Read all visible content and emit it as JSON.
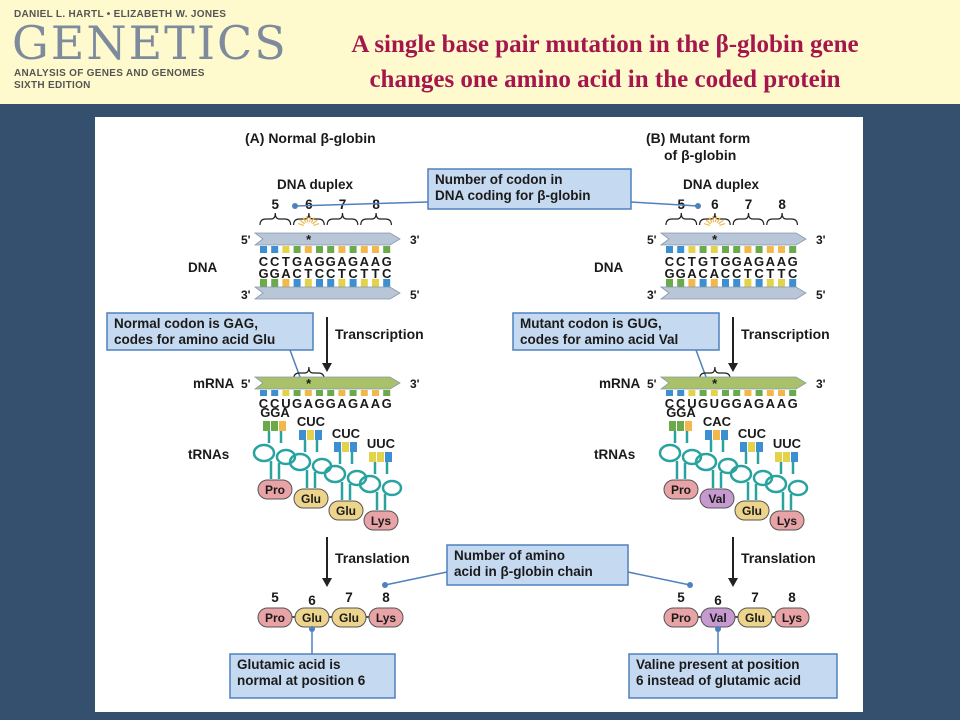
{
  "header": {
    "authors": "DANIEL L. HARTL • ELIZABETH W. JONES",
    "logo": "GENETICS",
    "subtitle": "ANALYSIS OF GENES AND GENOMES",
    "edition": "SIXTH EDITION",
    "title_line1": "A single base pair mutation in the β-globin gene",
    "title_line2": "changes one amino acid in the coded protein"
  },
  "panels": {
    "normal": {
      "title": "(A)  Normal β-globin",
      "duplex_label": "DNA duplex",
      "codon_numbers": [
        "5",
        "6",
        "7",
        "8"
      ],
      "dna_label": "DNA",
      "five_prime": "5'",
      "three_prime": "3'",
      "top_strand": "CCTGAGGAGAAG",
      "bottom_strand": "GGACTCCTCTTC",
      "transcription": "Transcription",
      "callout_codon_1": "Normal codon is GAG,",
      "callout_codon_2": "codes for amino acid Glu",
      "mrna_label": "mRNA",
      "mrna_seq": "CCUGAGGAGAAG",
      "trnas_label": "tRNAs",
      "anticodons": [
        "GGA",
        "CUC",
        "CUC",
        "UUC"
      ],
      "amino_acids": [
        "Pro",
        "Glu",
        "Glu",
        "Lys"
      ],
      "translation": "Translation",
      "chain_numbers": [
        "5",
        "6",
        "7",
        "8"
      ],
      "chain": [
        "Pro",
        "Glu",
        "Glu",
        "Lys"
      ],
      "callout_bottom_1": "Glutamic acid is",
      "callout_bottom_2": "normal at position 6"
    },
    "mutant": {
      "title_1": "(B) Mutant form",
      "title_2": "of β-globin",
      "duplex_label": "DNA duplex",
      "codon_numbers": [
        "5",
        "6",
        "7",
        "8"
      ],
      "dna_label": "DNA",
      "five_prime": "5'",
      "three_prime": "3'",
      "top_strand": "CCTGTGGAGAAG",
      "bottom_strand": "GGACACCTCTTC",
      "transcription": "Transcription",
      "callout_codon_1": "Mutant codon is GUG,",
      "callout_codon_2": "codes for amino acid Val",
      "mrna_label": "mRNA",
      "mrna_seq": "CCUGUGGAGAAG",
      "trnas_label": "tRNAs",
      "anticodons": [
        "GGA",
        "CAC",
        "CUC",
        "UUC"
      ],
      "amino_acids": [
        "Pro",
        "Val",
        "Glu",
        "Lys"
      ],
      "translation": "Translation",
      "chain_numbers": [
        "5",
        "6",
        "7",
        "8"
      ],
      "chain": [
        "Pro",
        "Val",
        "Glu",
        "Lys"
      ],
      "callout_bottom_1": "Valine present at position",
      "callout_bottom_2": "6 instead of glutamic acid"
    }
  },
  "shared": {
    "codon_callout_1": "Number of codon in",
    "codon_callout_2": "DNA coding for β-globin",
    "aa_callout_1": "Number of amino",
    "aa_callout_2": "acid in β-globin chain",
    "mutation_marker": "*"
  },
  "colors": {
    "title": "#a5174c",
    "background": "#34506e",
    "header_bg": "#fffacd",
    "callout_fill": "#c5d9f1",
    "base_A": "#f2b84b",
    "base_T": "#e3d34a",
    "base_G": "#6aaa4a",
    "base_C": "#3c8fd0",
    "trna": "#28a3a0",
    "strand_dna": "#b9c6d8",
    "strand_mrna": "#a9c26a",
    "aa_Pro": "#e8a3a6",
    "aa_Glu": "#edd48c",
    "aa_Val": "#c69ad0",
    "aa_Lys": "#e8a3a6"
  }
}
